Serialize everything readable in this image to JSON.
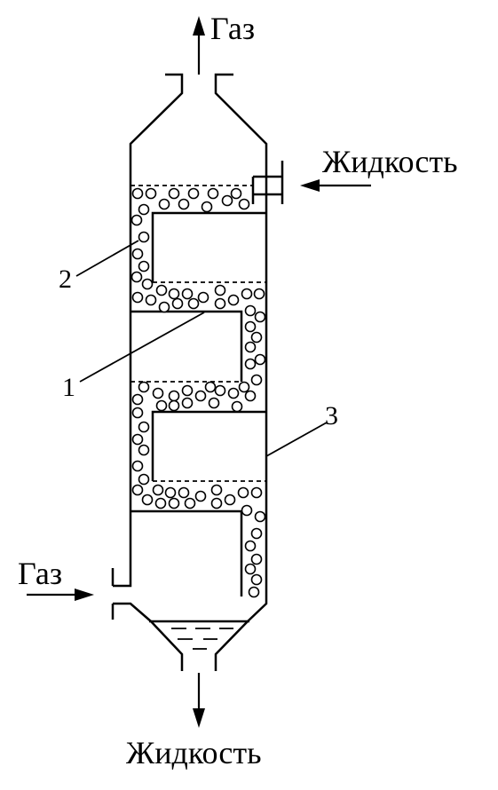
{
  "labels": {
    "gas_out": "Газ",
    "liquid_in": "Жидкость",
    "gas_in": "Газ",
    "liquid_out": "Жидкость",
    "part_1": "1",
    "part_2": "2",
    "part_3": "3"
  }
}
